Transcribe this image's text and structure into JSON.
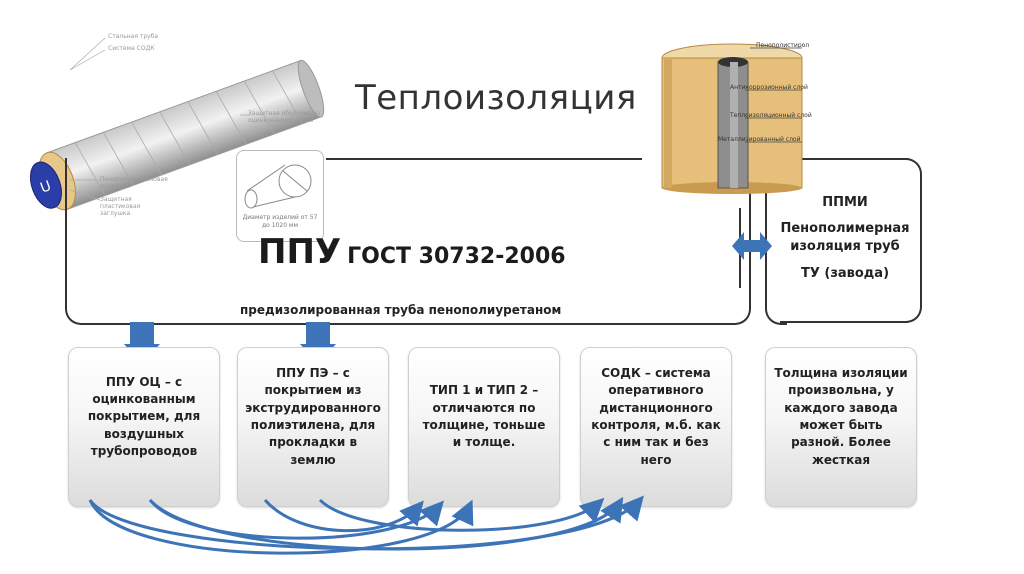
{
  "title": "Теплоизоляция",
  "main": {
    "ppu_label": "ППУ",
    "gost": "ГОСТ 30732-2006",
    "subtitle": "предизолированная  труба  пенополиуретаном"
  },
  "pipe_image": {
    "labels": [
      "Стальная труба",
      "Система СОДК",
      "Защитная оболочка из оцинкованной стали",
      "Пенополиуретановая изоляция",
      "Защитная пластиковая заглушка"
    ]
  },
  "small_icon": {
    "caption": "Диаметр изделий от 57 до 1020 мм"
  },
  "section_image": {
    "labels": [
      "Пенополистирол",
      "Антикоррозионный слой",
      "Теплоизоляционный слой",
      "Металлизированный слой"
    ]
  },
  "ppmi": {
    "name": "ППМИ",
    "desc": "Пенополимерная изоляция труб",
    "spec": "ТУ (завода)"
  },
  "boxes": [
    {
      "text": "ППУ ОЦ – с оцинкованным покрытием, для воздушных трубопроводов"
    },
    {
      "text": "ППУ ПЭ – с покрытием из экструдированного полиэтилена, для прокладки в землю"
    },
    {
      "text": "ТИП 1 и ТИП 2 – отличаются по толщине, тоньше и толще."
    },
    {
      "text": "СОДК – система оперативного дистанционного контроля, м.б. как с ним так и без него"
    },
    {
      "text": "Толщина изоляции произвольна, у каждого завода может быть разной. Более жесткая"
    }
  ],
  "colors": {
    "arrow": "#3d74b8",
    "arrow_dark": "#2a568e",
    "pipe_blue": "#2a3ea8",
    "foam": "#e8c88a",
    "box_border": "#cfcfcf"
  }
}
